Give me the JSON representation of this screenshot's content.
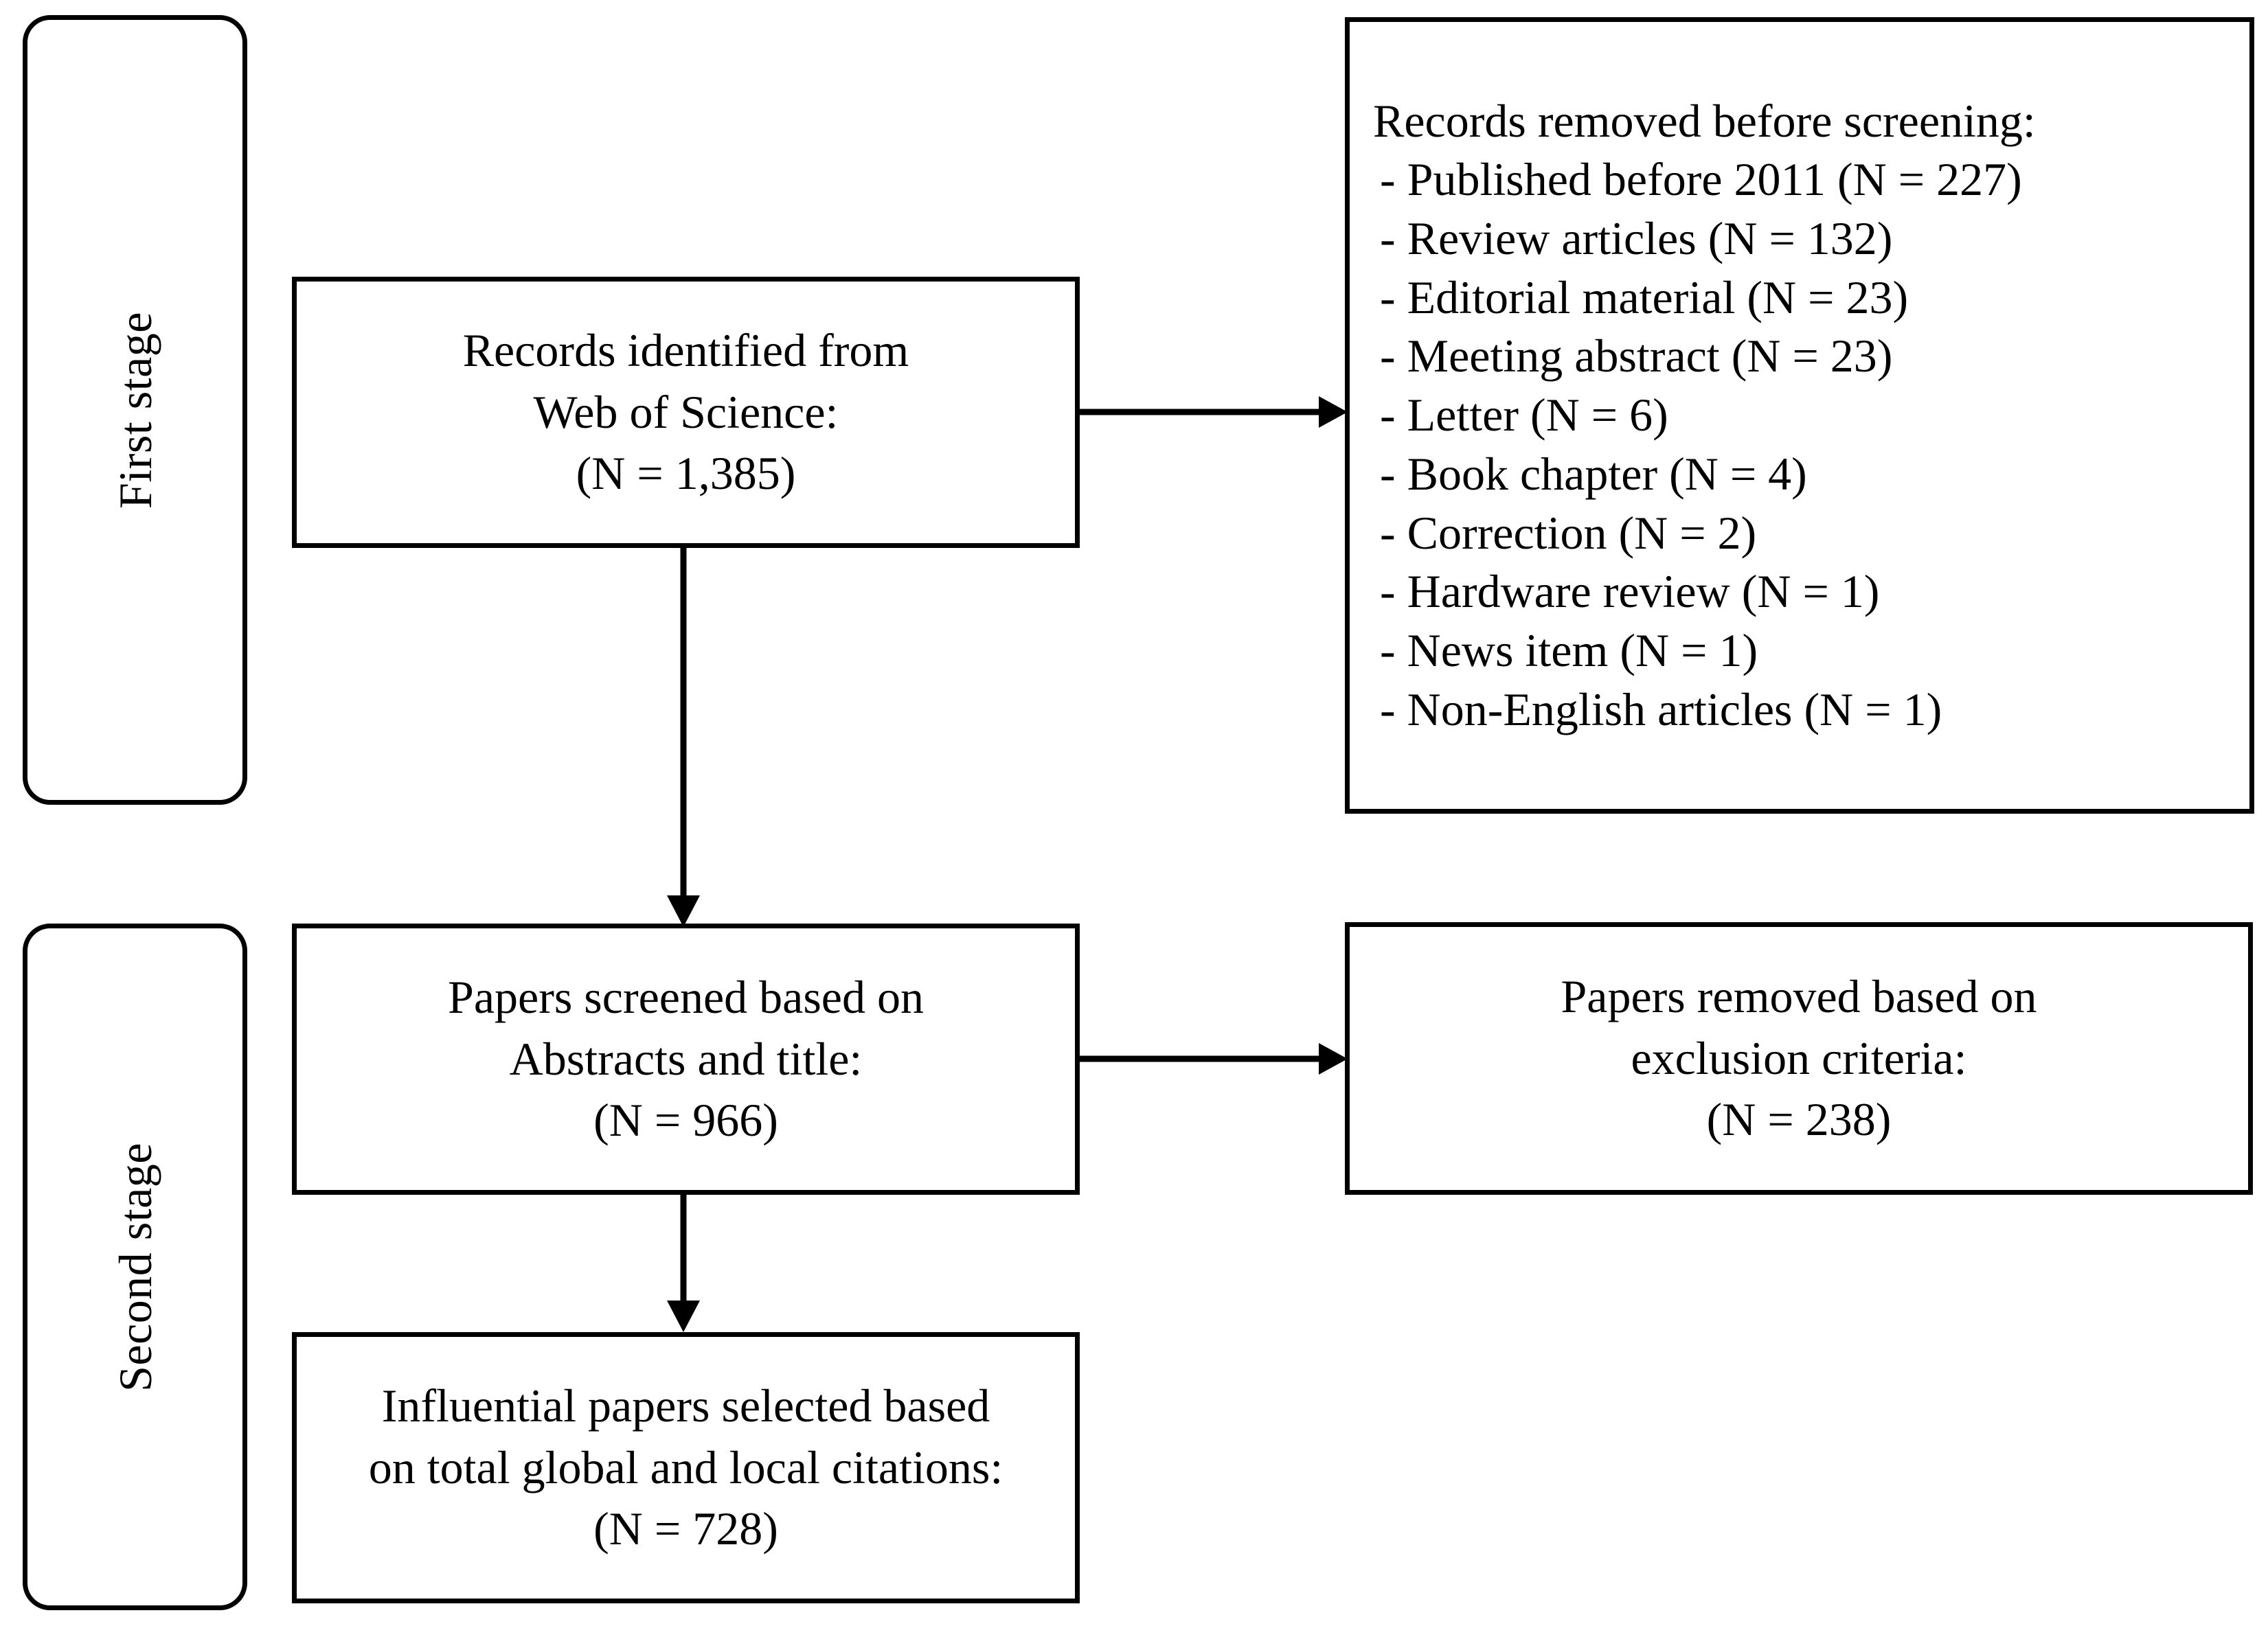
{
  "figure": {
    "type": "prisma-flow-diagram",
    "accent_color": "#000000",
    "background_color": "#ffffff"
  },
  "stages": [
    {
      "id": "first-stage",
      "label": "First stage"
    },
    {
      "id": "second-stage",
      "label": "Second stage"
    }
  ],
  "boxes": {
    "identified": {
      "lines": [
        "Records identified from",
        "Web of Science:",
        "(N = 1,385)"
      ],
      "count": "1,385"
    },
    "screened": {
      "lines": [
        "Papers screened based on",
        "Abstracts and title:",
        "(N = 966)"
      ],
      "count": "966"
    },
    "selected": {
      "lines": [
        "Influential papers selected based",
        "on total global and local citations:",
        "(N = 728)"
      ],
      "count": "728"
    },
    "removed_exclusion": {
      "lines": [
        "Papers removed based on",
        "exclusion criteria:",
        "(N = 238)"
      ],
      "count": "238"
    },
    "removed_before_screening": {
      "heading": "Records removed before screening:",
      "items": [
        "- Published before 2011 (N = 227)",
        "- Review articles (N = 132)",
        "- Editorial material (N = 23)",
        "- Meeting abstract (N = 23)",
        "- Letter (N = 6)",
        "- Book chapter (N = 4)",
        "- Correction (N = 2)",
        "- Hardware review (N = 1)",
        "- News item (N = 1)",
        "- Non-English articles (N = 1)"
      ]
    }
  },
  "connectors": [
    {
      "id": "identified-to-removed",
      "direction": "right"
    },
    {
      "id": "identified-to-screened",
      "direction": "down"
    },
    {
      "id": "screened-to-removed-exclusion",
      "direction": "right"
    },
    {
      "id": "screened-to-selected",
      "direction": "down"
    }
  ]
}
